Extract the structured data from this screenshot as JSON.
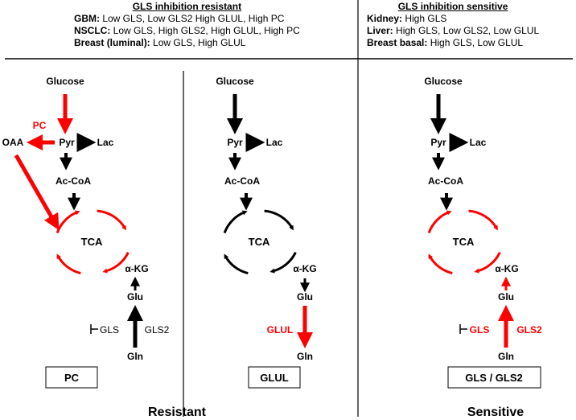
{
  "header": {
    "resistant": {
      "title": "GLS inhibition resistant",
      "rows": [
        {
          "label": "GBM:",
          "text": " Low GLS, Low GLS2 High GLUL, High PC"
        },
        {
          "label": "NSCLC:",
          "text": " Low GLS, High GLS2, High GLUL, High PC"
        },
        {
          "label": "Breast (luminal):",
          "text": " Low GLS, High GLUL"
        }
      ]
    },
    "sensitive": {
      "title": "GLS inhibition sensitive",
      "rows": [
        {
          "label": "Kidney:",
          "text": " High GLS"
        },
        {
          "label": "Liver:",
          "text": " High GLS, Low GLS2, Low GLUL"
        },
        {
          "label": "Breast basal:",
          "text": " High GLS, Low GLUL"
        }
      ]
    }
  },
  "panels": {
    "pc": {
      "glucose": "Glucose",
      "pc": "PC",
      "oaa": "OAA",
      "pyr": "Pyr",
      "lac": "Lac",
      "accoa": "Ac-CoA",
      "tca": "TCA",
      "akg": "α-KG",
      "glu": "Glu",
      "gls": "GLS",
      "gls2": "GLS2",
      "gln": "Gln",
      "box": "PC"
    },
    "glul": {
      "glucose": "Glucose",
      "pyr": "Pyr",
      "lac": "Lac",
      "accoa": "Ac-CoA",
      "tca": "TCA",
      "akg": "α-KG",
      "glu": "Glu",
      "glul": "GLUL",
      "gln": "Gln",
      "box": "GLUL"
    },
    "gls": {
      "glucose": "Glucose",
      "pyr": "Pyr",
      "lac": "Lac",
      "accoa": "Ac-CoA",
      "tca": "TCA",
      "akg": "α-KG",
      "glu": "Glu",
      "gls": "GLS",
      "gls2": "GLS2",
      "gln": "Gln",
      "box": "GLS / GLS2"
    }
  },
  "footer": {
    "resistant": "Resistant",
    "sensitive": "Sensitive"
  },
  "colors": {
    "highlight": "#ff0000",
    "default": "#000000"
  }
}
